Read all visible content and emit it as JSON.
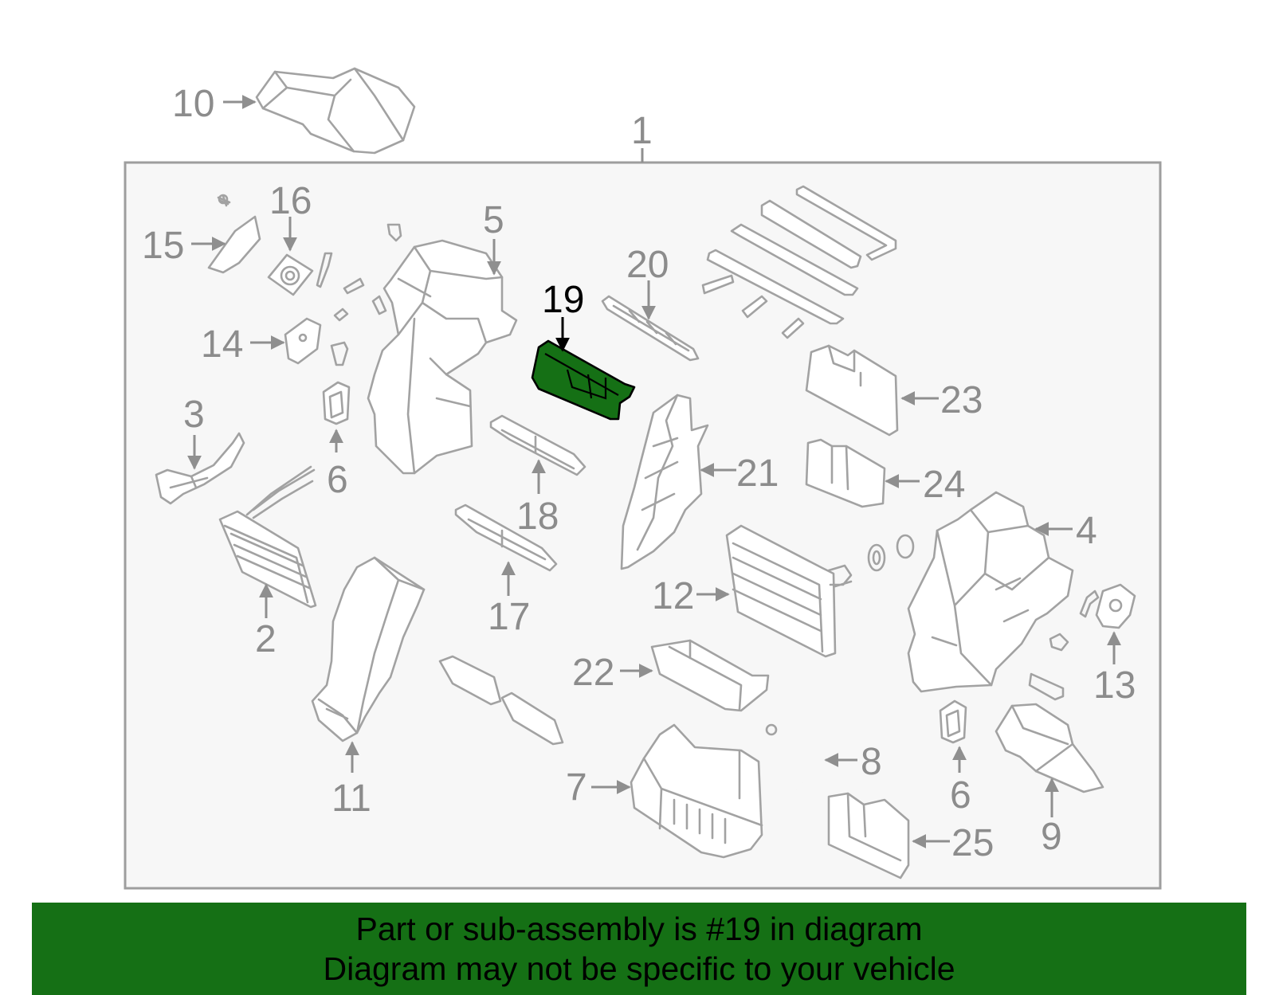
{
  "diagram": {
    "highlight_color": "#157015",
    "callouts": {
      "c1": "1",
      "c2": "2",
      "c3": "3",
      "c4": "4",
      "c5": "5",
      "c6a": "6",
      "c6b": "6",
      "c7": "7",
      "c8": "8",
      "c9": "9",
      "c10": "10",
      "c11": "11",
      "c12": "12",
      "c13": "13",
      "c14": "14",
      "c15": "15",
      "c16": "16",
      "c17": "17",
      "c18": "18",
      "c19": "19",
      "c20": "20",
      "c21": "21",
      "c22": "22",
      "c23": "23",
      "c24": "24",
      "c25": "25"
    }
  },
  "banner": {
    "line1": "Part or sub-assembly is #19 in diagram",
    "line2": "Diagram may not be specific to your vehicle"
  }
}
